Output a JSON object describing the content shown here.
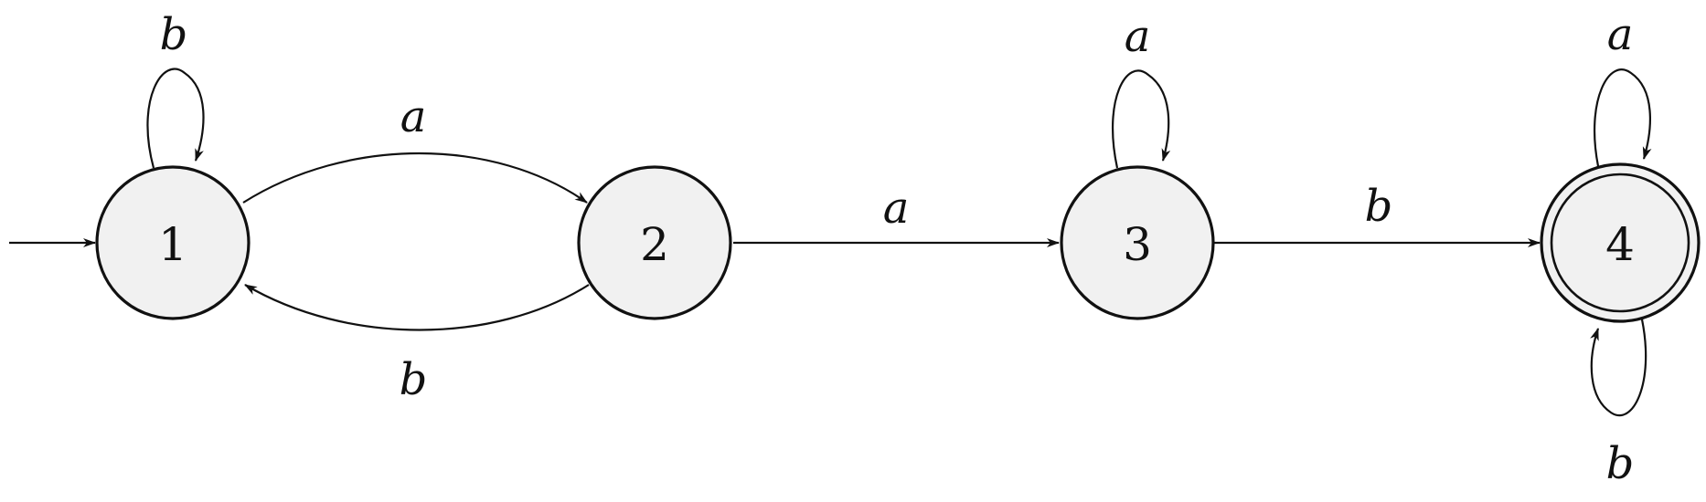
{
  "states": [
    {
      "id": "1",
      "label": "1",
      "initial": true,
      "accepting": false
    },
    {
      "id": "2",
      "label": "2",
      "initial": false,
      "accepting": false
    },
    {
      "id": "3",
      "label": "3",
      "initial": false,
      "accepting": false
    },
    {
      "id": "4",
      "label": "4",
      "initial": false,
      "accepting": true
    }
  ],
  "transitions": [
    {
      "from": "1",
      "to": "1",
      "label": "b"
    },
    {
      "from": "1",
      "to": "2",
      "label": "a"
    },
    {
      "from": "2",
      "to": "1",
      "label": "b"
    },
    {
      "from": "2",
      "to": "3",
      "label": "a"
    },
    {
      "from": "3",
      "to": "3",
      "label": "a"
    },
    {
      "from": "3",
      "to": "4",
      "label": "b"
    },
    {
      "from": "4",
      "to": "4",
      "label": "a"
    },
    {
      "from": "4",
      "to": "4",
      "label": "b"
    }
  ],
  "colors": {
    "state_fill": "#f1f1f1",
    "stroke": "#111111"
  }
}
